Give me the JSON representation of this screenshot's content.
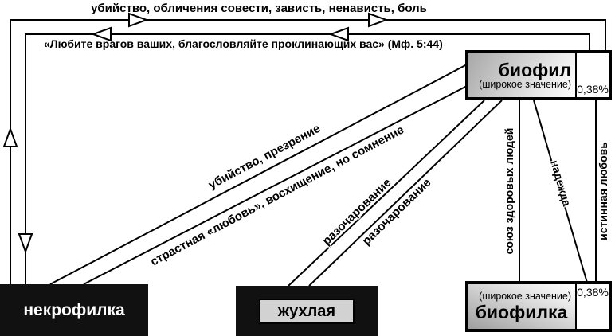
{
  "diagram": {
    "loops": {
      "top_label": "убийство, обличения совести, зависть, ненависть, боль",
      "quote_label": "«Любите врагов ваших, благословляйте проклинающих вас» (Мф. 5:44)"
    },
    "edges": {
      "murder_contempt": "убийство, презрение",
      "passionate_love": "страстная «любовь», восхищение, но сомнение",
      "disappointment_left": "разочарование",
      "disappointment_right": "разочарование",
      "healthy_union": "союз здоровых людей",
      "hope": "надежда",
      "true_love": "истинная любовь"
    },
    "nodes": {
      "biophile_male": {
        "title": "биофил",
        "subtitle": "(широкое значение)",
        "percent": "0,38%"
      },
      "biophile_female": {
        "title": "биофилка",
        "subtitle": "(широкое значение)",
        "percent": "0,38%"
      },
      "necrophile_female": {
        "title": "некрофилка"
      },
      "withered_female": {
        "title": "жухлая"
      }
    },
    "colors": {
      "line": "#000000",
      "box_border": "#000000",
      "black_box_bg": "#111111",
      "gradient_dark": "#a8a8a8",
      "gradient_light": "#ffffff",
      "inner_box_bg": "#d2d2d2"
    }
  }
}
